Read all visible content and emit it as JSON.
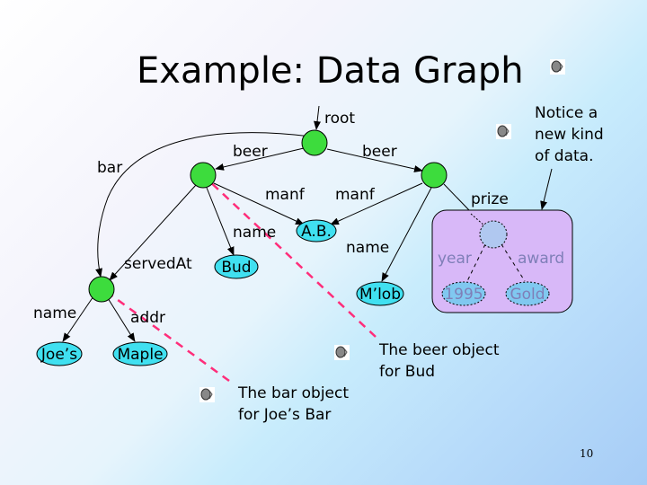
{
  "slide": {
    "title": "Example: Data Graph",
    "page_number": "10",
    "note": [
      "Notice a",
      "new kind",
      "of data."
    ],
    "callout_beer": [
      "The beer object",
      "for Bud"
    ],
    "callout_bar": [
      "The bar object",
      "for Joe’s Bar"
    ]
  },
  "graph": {
    "root_label": "root",
    "edges": {
      "beer1": "beer",
      "beer2": "beer",
      "bar": "bar",
      "manf1": "manf",
      "manf2": "manf",
      "name_bud": "name",
      "name_mlob": "name",
      "served_at": "servedAt",
      "prize": "prize",
      "name_joes": "name",
      "addr": "addr",
      "year": "year",
      "award": "award"
    },
    "values": {
      "bud": "Bud",
      "ab": "A.B.",
      "mlob": "M’lob",
      "joes": "Joe’s",
      "maple": "Maple",
      "year": "1995",
      "gold": "Gold"
    }
  },
  "icons": [
    "speaker-icon"
  ],
  "colors": {
    "node": "#3ddc3d",
    "value": "#40e0f0",
    "new_data_box": "#d8b8f8",
    "callout_line": "#ff2d7a"
  }
}
